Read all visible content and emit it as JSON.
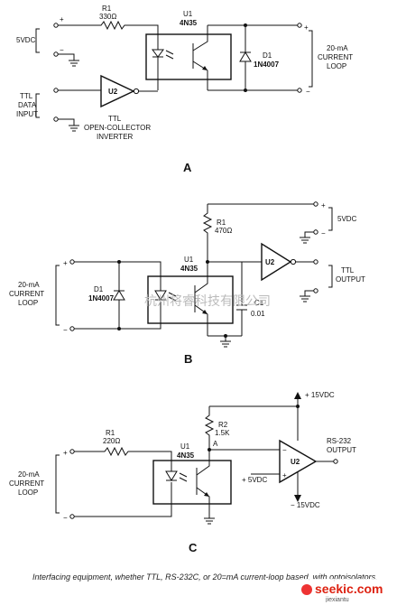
{
  "watermark": "杭州将睿科技有限公司",
  "caption": "Interfacing equipment, whether TTL, RS-232C, or 20=mA current-loop based, with optoisolators.",
  "logo": {
    "main": "seekic.com",
    "sub": "jiexiantu"
  },
  "circuit_a": {
    "letter": "A",
    "r1_name": "R1",
    "r1_value": "330Ω",
    "supply": "5VDC",
    "u1_name": "U1",
    "u1_part": "4N35",
    "d1_name": "D1",
    "d1_part": "1N4007",
    "loop_label": [
      "20-mA",
      "CURRENT",
      "LOOP"
    ],
    "input_label": [
      "TTL",
      "DATA",
      "INPUT"
    ],
    "u2_name": "U2",
    "u2_label": [
      "TTL",
      "OPEN-COLLECTOR",
      "INVERTER"
    ],
    "plus": "+",
    "minus": "−"
  },
  "circuit_b": {
    "letter": "B",
    "loop_label": [
      "20-mA",
      "CURRENT",
      "LOOP"
    ],
    "d1_name": "D1",
    "d1_part": "1N4007",
    "u1_name": "U1",
    "u1_part": "4N35",
    "r1_name": "R1",
    "r1_value": "470Ω",
    "supply": "5VDC",
    "u2_name": "U2",
    "out_label": [
      "TTL",
      "OUTPUT"
    ],
    "c1_name": "C1",
    "c1_value": "0.01",
    "plus": "+",
    "minus": "−"
  },
  "circuit_c": {
    "letter": "C",
    "vpos": "+ 15VDC",
    "vneg": "− 15VDC",
    "r2_name": "R2",
    "r2_value": "1.5K",
    "node_a": "A",
    "r1_name": "R1",
    "r1_value": "220Ω",
    "u1_name": "U1",
    "u1_part": "4N35",
    "loop_label": [
      "20-mA",
      "CURRENT",
      "LOOP"
    ],
    "ref": "+ 5VDC",
    "u2_name": "U2",
    "out_label": [
      "RS-232",
      "OUTPUT"
    ],
    "plus": "+",
    "minus": "−"
  }
}
